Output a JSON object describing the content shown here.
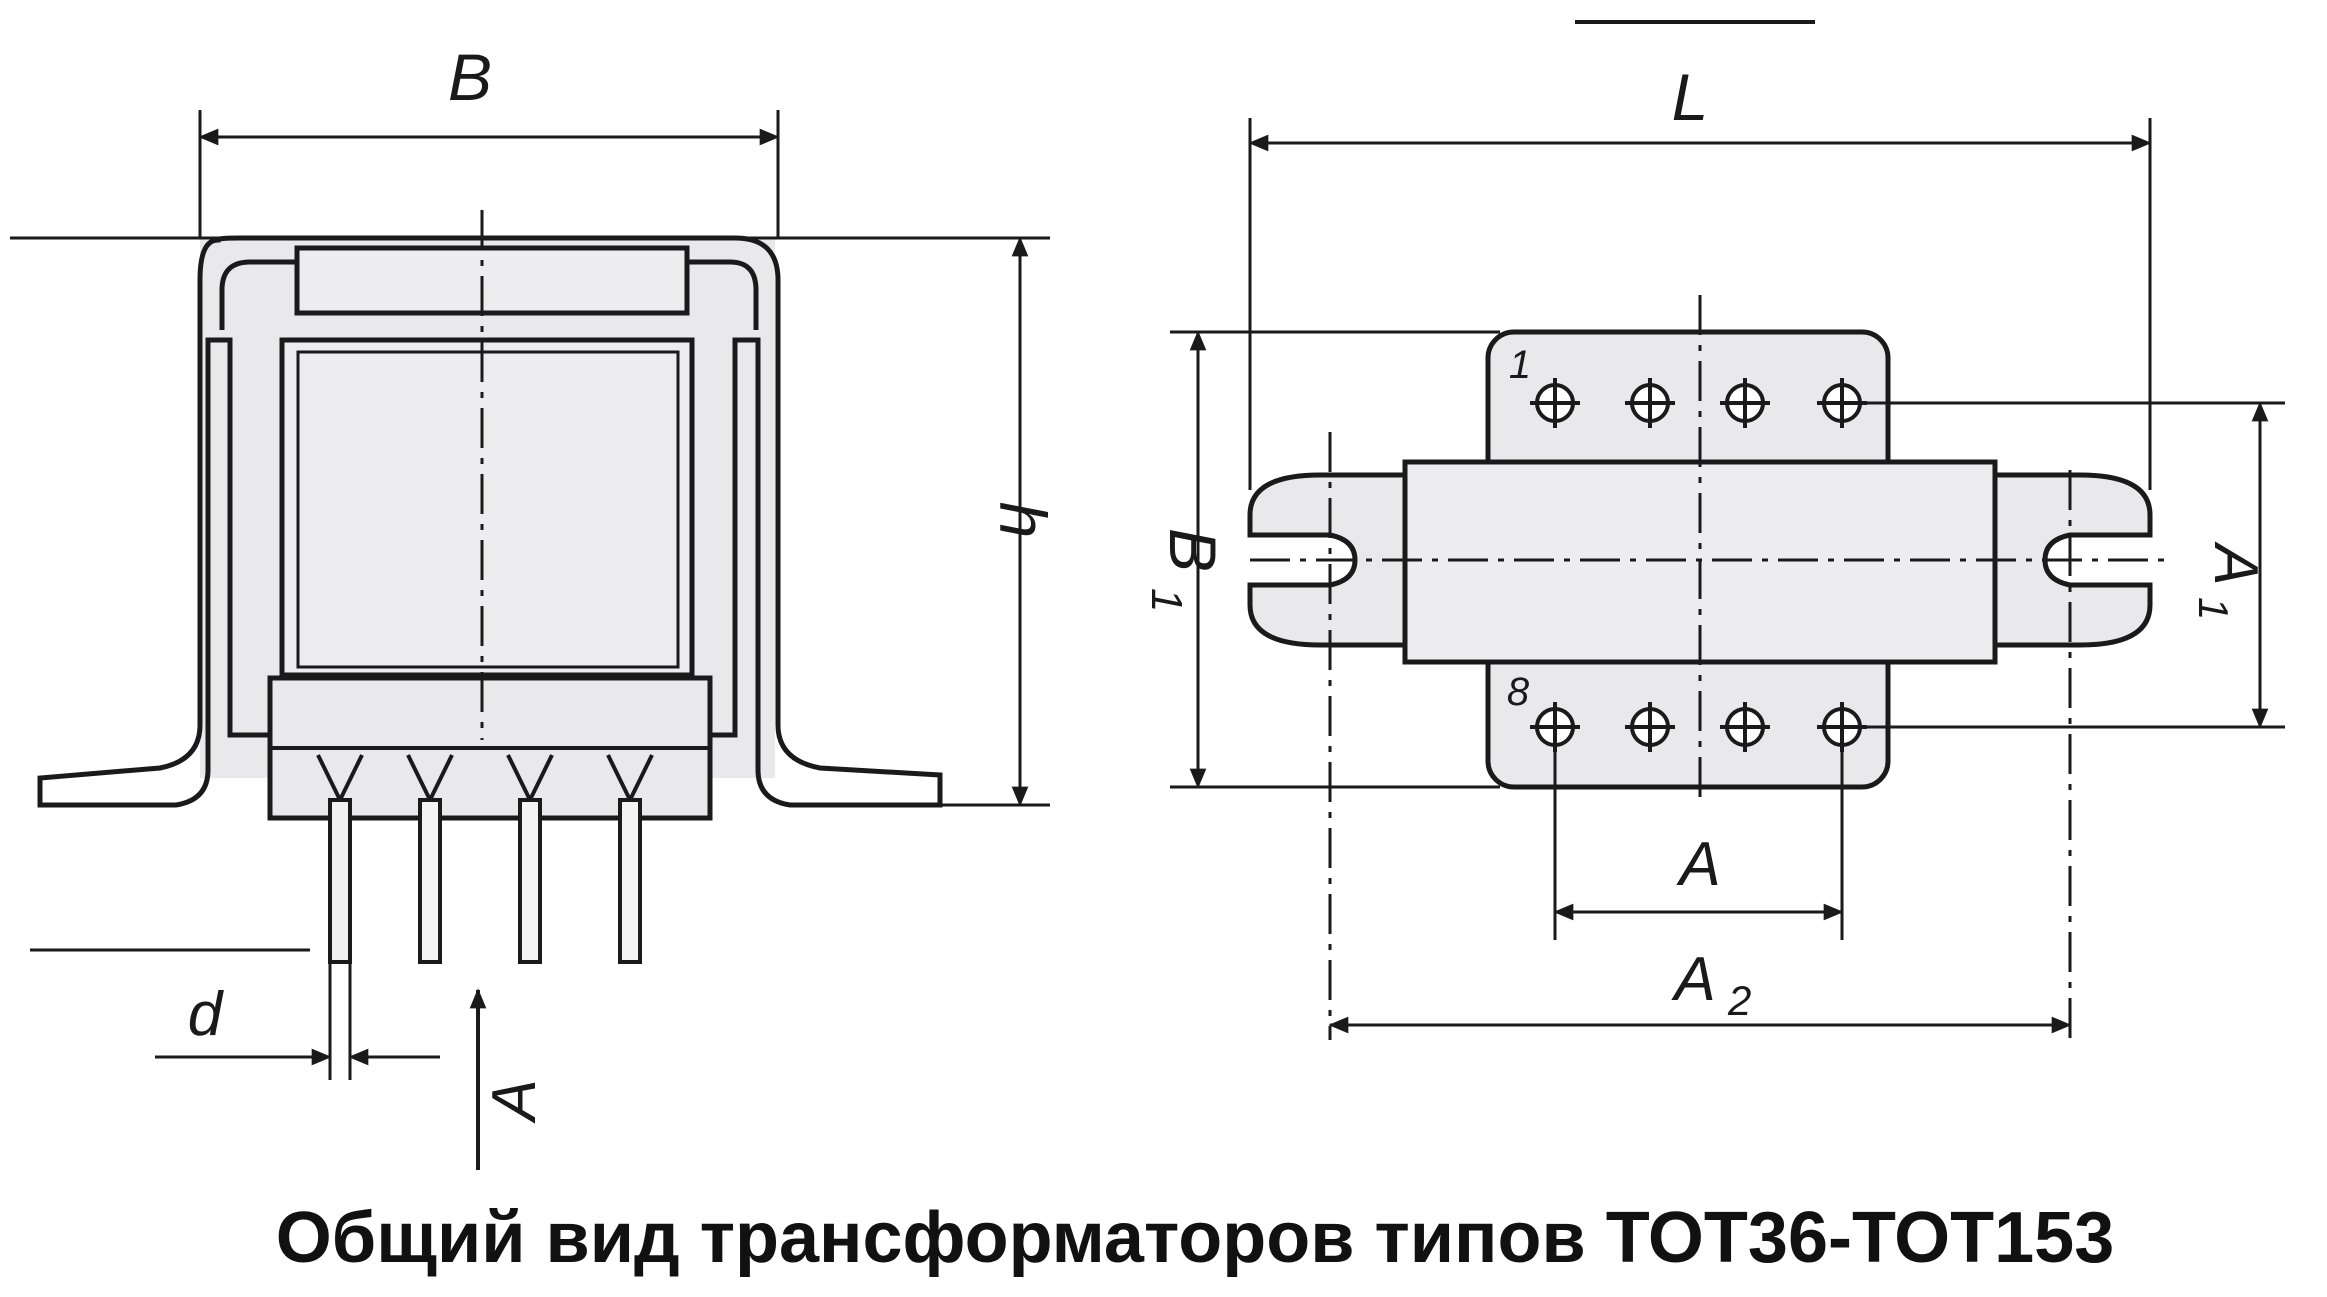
{
  "caption": "Общий вид трансформаторов типов ТОТ36-ТОТ153",
  "front_view": {
    "dimension_labels": {
      "width": "B",
      "height": "h",
      "pin_diameter": "d",
      "view_direction": "A"
    }
  },
  "top_view": {
    "dimension_labels": {
      "length": "L",
      "width": "B",
      "width_sub": "1",
      "pin_row_spacing": "A",
      "pin_row_spacing_sub": "1",
      "pin_pitch_span": "A",
      "mount_hole_spacing": "A",
      "mount_hole_spacing_sub": "2"
    },
    "pin_numbers": {
      "first": "1",
      "last": "8"
    }
  },
  "colors": {
    "ink": "#1a1a1a",
    "part_fill": "#e9e9ec",
    "background": "#ffffff"
  }
}
